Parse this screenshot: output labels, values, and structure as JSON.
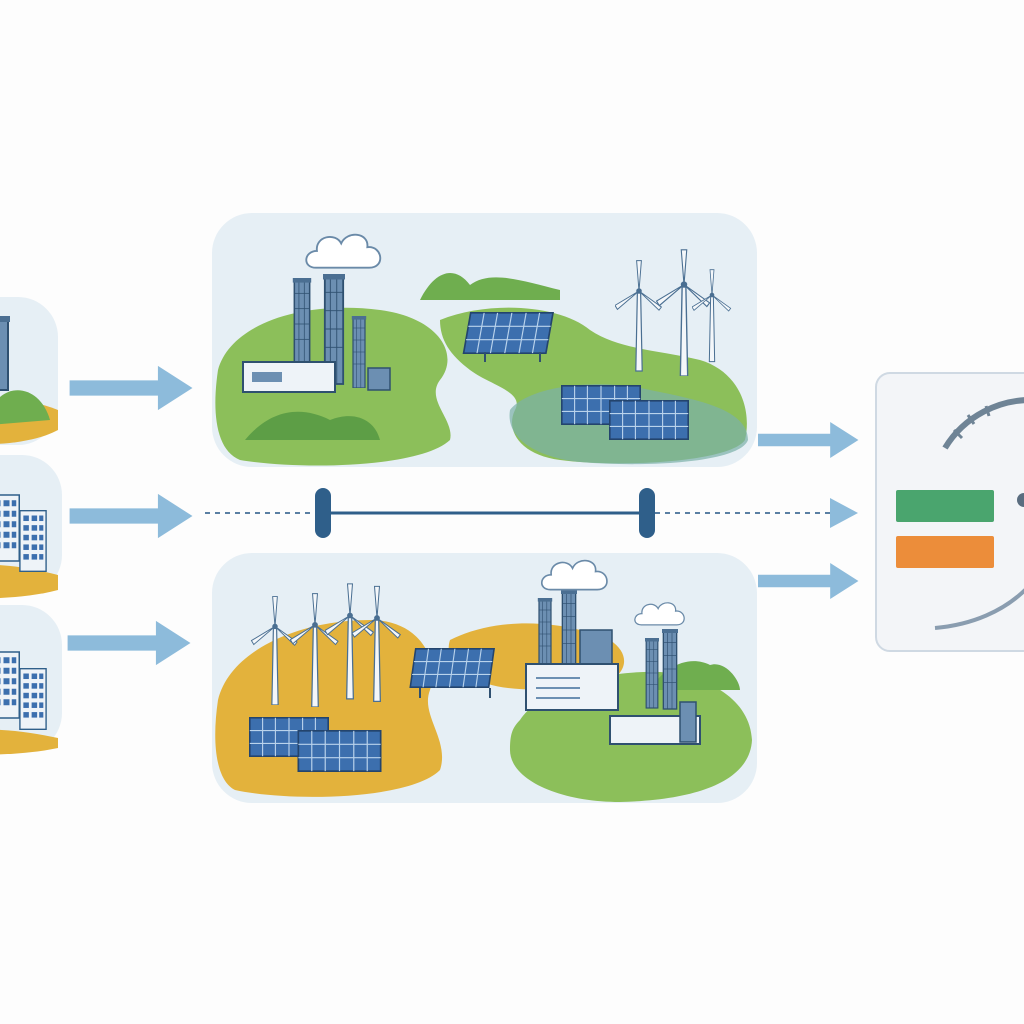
{
  "diagram": {
    "sources": [
      {
        "name": "source-card-top",
        "icon": "power-plant-icon"
      },
      {
        "name": "source-card-middle",
        "icon": "city-buildings-icon"
      },
      {
        "name": "source-card-bottom",
        "icon": "city-buildings-icon"
      }
    ],
    "panels": [
      {
        "name": "scenario-panel-top",
        "icons": [
          "factory-icon",
          "smokestack-icon",
          "solar-panel-icon",
          "wind-turbine-icon"
        ]
      },
      {
        "name": "scenario-panel-bottom",
        "icons": [
          "wind-turbine-icon",
          "solar-panel-icon",
          "factory-icon",
          "smokestack-icon"
        ]
      }
    ],
    "output": {
      "name": "gauge-dashboard-card",
      "icon": "gauge-icon"
    }
  },
  "colors": {
    "accent_blue": "#7fb0d4",
    "dark_blue": "#2f5f8a",
    "land_green": "#8cbf5a",
    "land_yellow": "#e3b23c",
    "bar_green": "#4aa56e",
    "bar_orange": "#ec8d3a",
    "panel_bg": "#e6eff5",
    "smoke": "#ffffff"
  }
}
